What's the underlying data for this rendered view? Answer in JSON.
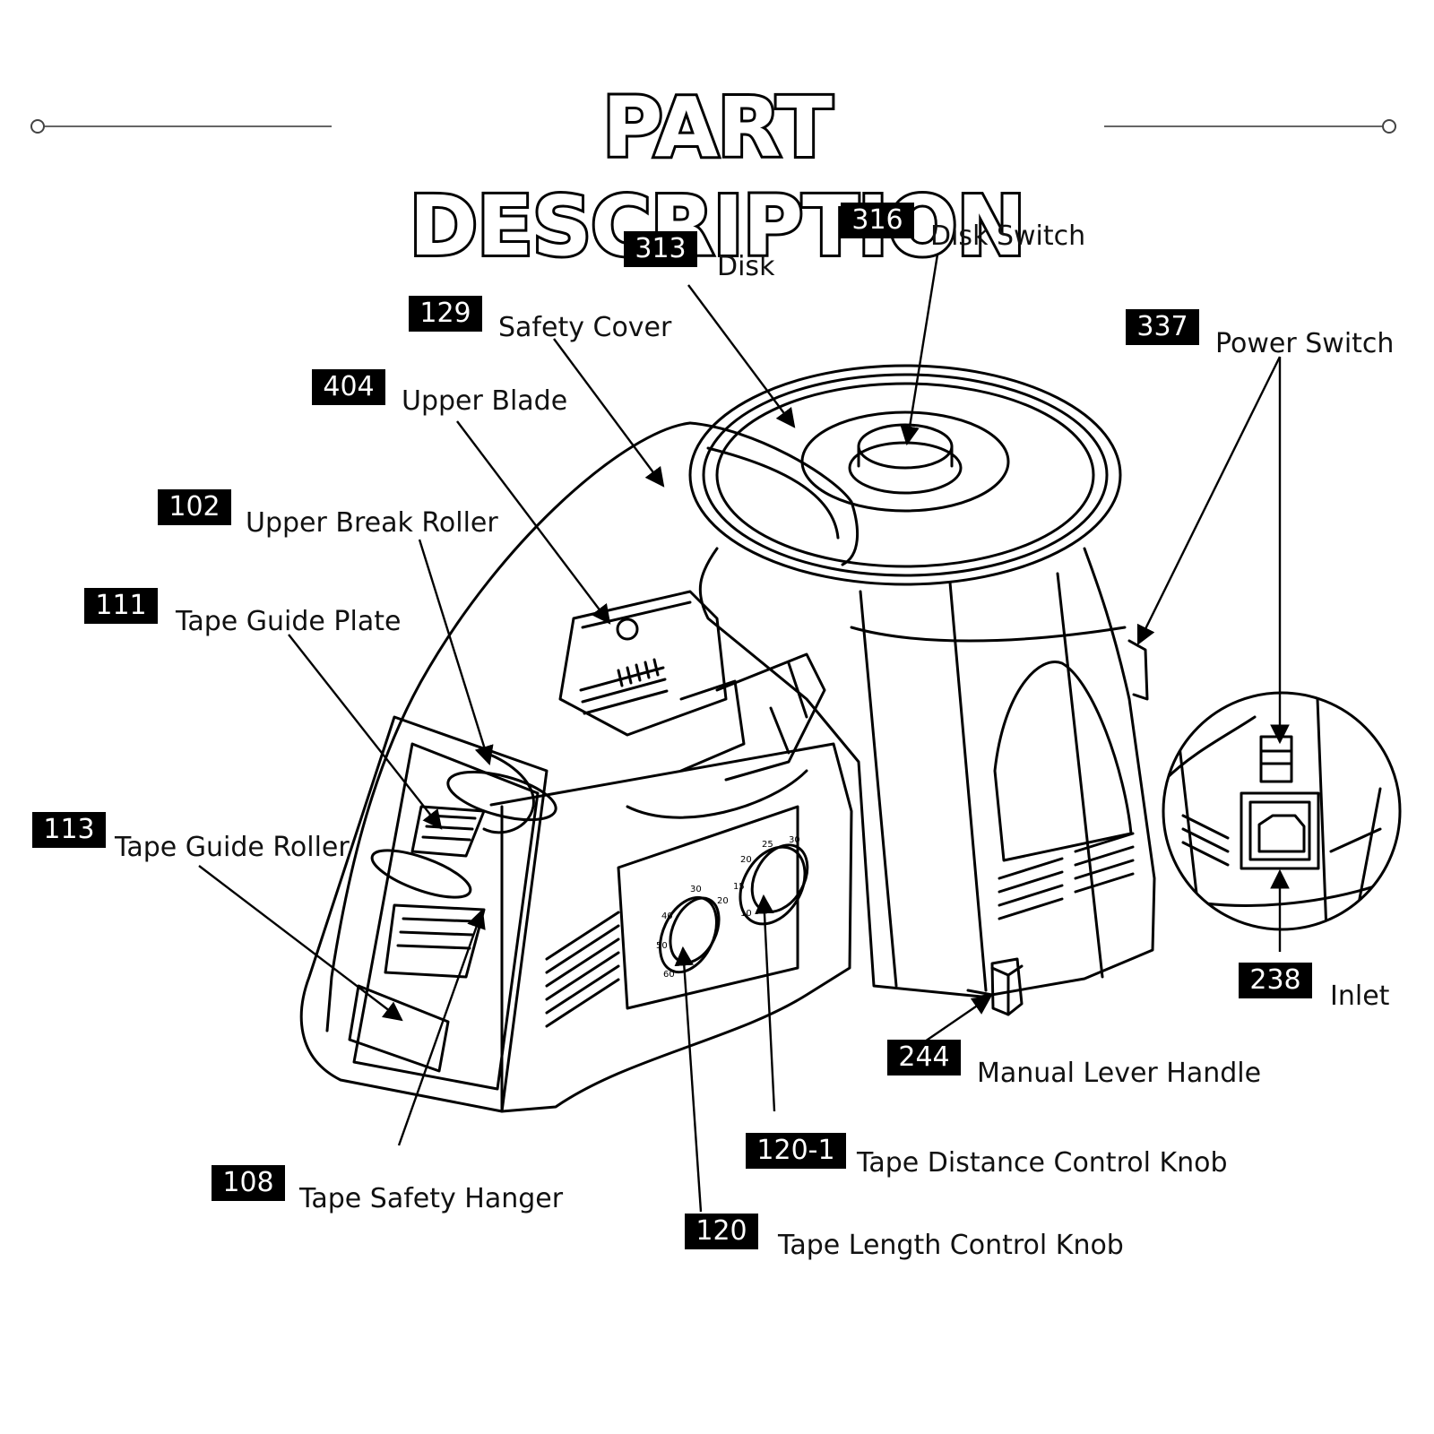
{
  "title": "PART DESCRIPTION",
  "parts": [
    {
      "id": "316",
      "name": "Disk Switch"
    },
    {
      "id": "313",
      "name": "Disk"
    },
    {
      "id": "129",
      "name": "Safety Cover"
    },
    {
      "id": "337",
      "name": "Power Switch"
    },
    {
      "id": "404",
      "name": "Upper Blade"
    },
    {
      "id": "102",
      "name": "Upper Break Roller"
    },
    {
      "id": "111",
      "name": "Tape Guide Plate"
    },
    {
      "id": "113",
      "name": "Tape Guide Roller"
    },
    {
      "id": "238",
      "name": "Inlet"
    },
    {
      "id": "244",
      "name": "Manual Lever Handle"
    },
    {
      "id": "120-1",
      "name": "Tape Distance Control Knob"
    },
    {
      "id": "108",
      "name": "Tape Safety Hanger"
    },
    {
      "id": "120",
      "name": "Tape Length Control Knob"
    }
  ],
  "dial_left": {
    "ticks": [
      "60",
      "50",
      "40",
      "30",
      "20"
    ]
  },
  "dial_right": {
    "ticks": [
      "30",
      "25",
      "20",
      "15",
      "10"
    ]
  }
}
